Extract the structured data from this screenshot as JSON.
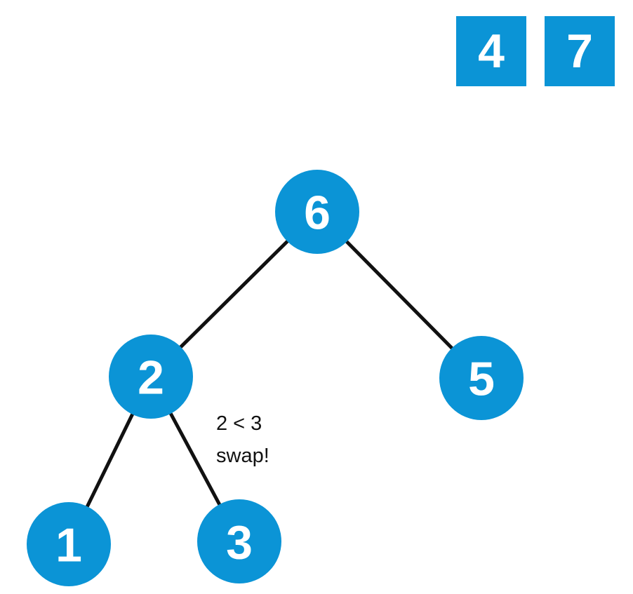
{
  "colors": {
    "node_fill": "#0b94d6",
    "node_text": "#ffffff",
    "edge": "#111111",
    "annotation_text": "#111111",
    "background": "#ffffff"
  },
  "pending_values": {
    "items": [
      "4",
      "7"
    ]
  },
  "tree": {
    "nodes": [
      {
        "id": "root",
        "label": "6"
      },
      {
        "id": "root-left",
        "label": "2"
      },
      {
        "id": "root-right",
        "label": "5"
      },
      {
        "id": "left-left",
        "label": "1"
      },
      {
        "id": "left-right",
        "label": "3"
      }
    ],
    "edges": [
      [
        "6",
        "2"
      ],
      [
        "6",
        "5"
      ],
      [
        "2",
        "1"
      ],
      [
        "2",
        "3"
      ]
    ]
  },
  "annotation": {
    "line1": "2 < 3",
    "line2": "swap!"
  }
}
